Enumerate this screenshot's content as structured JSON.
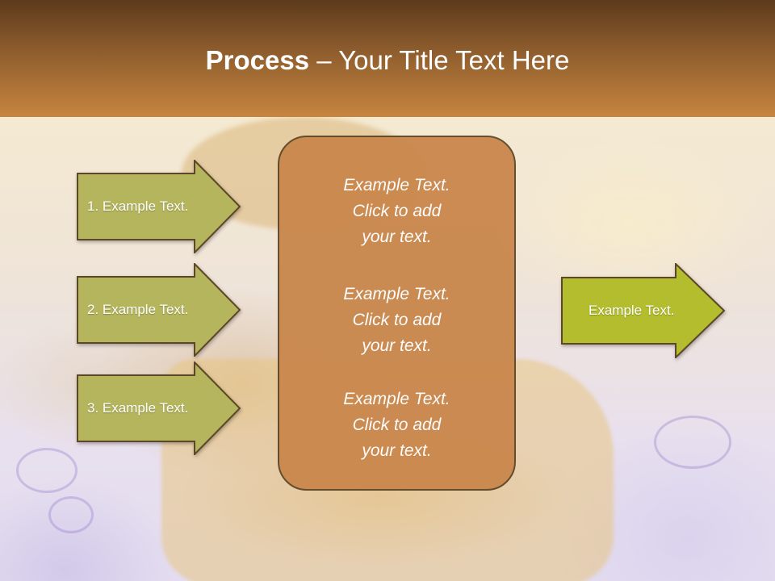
{
  "slide": {
    "title_bold": "Process",
    "title_rest": " – Your Title Text Here"
  },
  "left_steps": [
    {
      "label": "1. Example Text."
    },
    {
      "label": "2. Example Text."
    },
    {
      "label": "3. Example Text."
    }
  ],
  "center_box": {
    "blocks": [
      {
        "line1": "Example Text.",
        "line2": "Click  to add",
        "line3": "your text."
      },
      {
        "line1": "Example Text.",
        "line2": "Click  to add",
        "line3": "your text."
      },
      {
        "line1": "Example Text.",
        "line2": "Click  to add",
        "line3": "your text."
      }
    ]
  },
  "right_step": {
    "label": "Example Text."
  },
  "colors": {
    "title_band": "#8a5a2c",
    "left_arrow_fill": "#b4b55c",
    "right_arrow_fill": "#b3bd2e",
    "center_fill": "#c9874c",
    "outline": "#5e4728"
  }
}
